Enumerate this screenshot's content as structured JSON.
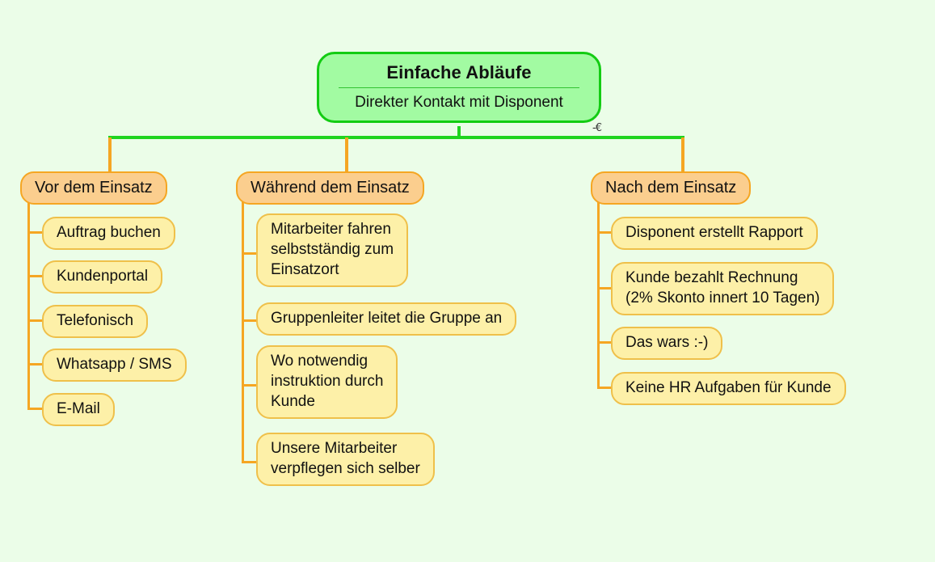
{
  "diagram": {
    "type": "mindmap",
    "background_color": "#ebfde8",
    "root": {
      "title": "Einfache Abläufe",
      "subtitle": "Direkter Kontakt mit Disponent",
      "fill_color": "#a2fba2",
      "border_color": "#13cc13",
      "fold_marker": "-€"
    },
    "branch_style": {
      "fill_color": "#fbce8e",
      "border_color": "#f5a623"
    },
    "leaf_style": {
      "fill_color": "#fdf0a8",
      "border_color": "#efc04a"
    },
    "branches": [
      {
        "label": "Vor dem Einsatz",
        "children": [
          {
            "label": "Auftrag buchen"
          },
          {
            "label": "Kundenportal"
          },
          {
            "label": "Telefonisch"
          },
          {
            "label": "Whatsapp / SMS"
          },
          {
            "label": "E-Mail"
          }
        ]
      },
      {
        "label": "Während dem Einsatz",
        "children": [
          {
            "label": "Mitarbeiter fahren\nselbstständig zum\nEinsatzort"
          },
          {
            "label": "Gruppenleiter leitet die Gruppe an"
          },
          {
            "label": "Wo notwendig\ninstruktion durch\nKunde"
          },
          {
            "label": "Unsere Mitarbeiter\nverpflegen sich selber"
          }
        ]
      },
      {
        "label": "Nach dem Einsatz",
        "children": [
          {
            "label": "Disponent erstellt Rapport"
          },
          {
            "label": "Kunde bezahlt Rechnung\n(2% Skonto innert 10 Tagen)"
          },
          {
            "label": "Das wars :-)"
          },
          {
            "label": "Keine HR Aufgaben für Kunde"
          }
        ]
      }
    ]
  }
}
